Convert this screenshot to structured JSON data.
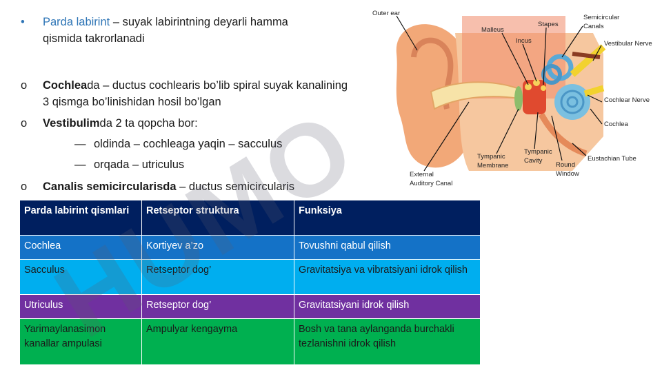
{
  "bullets": [
    {
      "marker": "•",
      "parts": [
        {
          "t": "Parda labirint",
          "style": "accent"
        },
        {
          "t": " – suyak labirintning deyarli hamma"
        }
      ],
      "line2": "qismida takrorlanadi"
    },
    {
      "marker": "o",
      "parts": [
        {
          "t": "Cochlea",
          "style": "bold"
        },
        {
          "t": "da – ductus cochlearis bo’lib spiral suyak kanalining"
        }
      ],
      "line2": "3 qismga bo’linishidan hosil bo’lgan"
    },
    {
      "marker": "o",
      "parts": [
        {
          "t": "Vestibulim",
          "style": "bold"
        },
        {
          "t": "da 2 ta qopcha bor:"
        }
      ]
    },
    {
      "marker": "—",
      "parts": [
        {
          "t": "oldinda – cochleaga yaqin – sacculus"
        }
      ]
    },
    {
      "marker": "—",
      "parts": [
        {
          "t": "orqada – utriculus"
        }
      ]
    },
    {
      "marker": "o",
      "parts": [
        {
          "t": "Canalis semicircularisda",
          "style": "bold"
        },
        {
          "t": " – ductus semicircularis"
        }
      ]
    }
  ],
  "table": {
    "headers": [
      "Parda labirint qismlari",
      "Retseptor struktura",
      "Funksiya"
    ],
    "rows": [
      [
        "Cochlea",
        "Kortiyev a’zo",
        "Tovushni qabul qilish"
      ],
      [
        "Sacculus",
        "Retseptor dog’",
        "Gravitatsiya va vibratsiyani idrok qilish"
      ],
      [
        "Utriculus",
        "Retseptor dog’",
        "Gravitatsiyani idrok qilish"
      ],
      [
        "Yarimaylanasimon kanallar ampulasi",
        "Ampulyar kengayma",
        "Bosh va tana aylanganda burchakli tezlanishni idrok qilish"
      ]
    ]
  },
  "diagram_labels": {
    "outer_ear": "Outer ear",
    "malleus": "Malleus",
    "incus": "Incus",
    "stapes": "Stapes",
    "semicircular_1": "Semicircular",
    "semicircular_2": "Canals",
    "vestibular_nerve": "Vestibular Nerve",
    "cochlear_nerve": "Cochlear Nerve",
    "cochlea": "Cochlea",
    "eustachian_tube": "Eustachian Tube",
    "round_window_1": "Round",
    "round_window_2": "Window",
    "tympanic_cavity_1": "Tympanic",
    "tympanic_cavity_2": "Cavity",
    "tympanic_membrane_1": "Tympanic",
    "tympanic_membrane_2": "Membrane",
    "external_canal_1": "External",
    "external_canal_2": "Auditory Canal"
  },
  "watermark": "HUMO",
  "colors": {
    "accent": "#2e75b6",
    "header": "#001f5f",
    "blue": "#1472c7",
    "cyan": "#00aeef",
    "purple": "#7030a0",
    "green": "#00b050"
  }
}
